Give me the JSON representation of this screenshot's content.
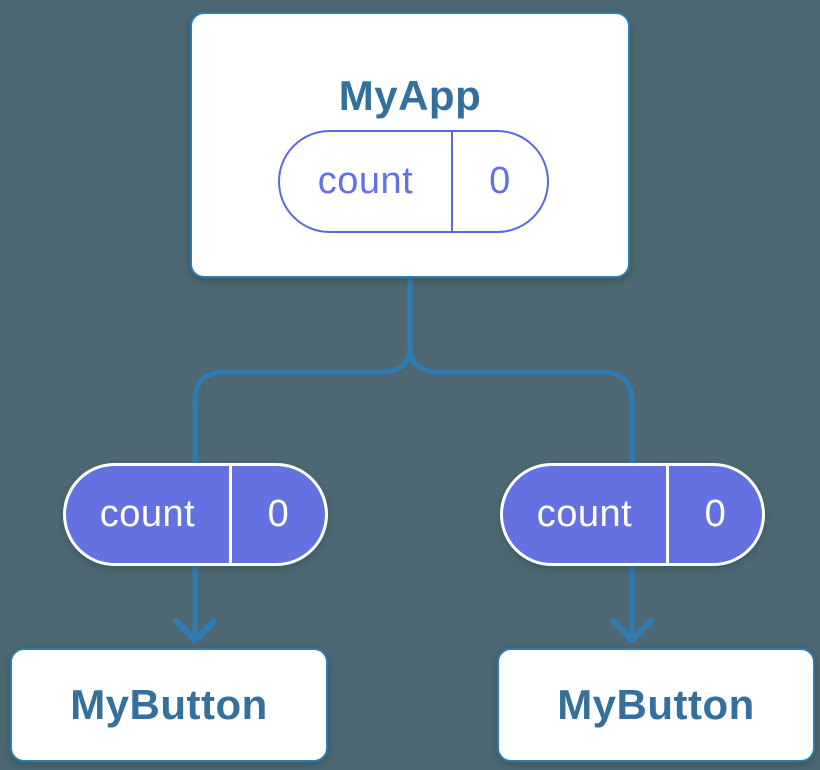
{
  "colors": {
    "background": "#4d6872",
    "connector": "#2e7cb2",
    "node_border": "#2e7cb2",
    "node_bg": "#ffffff",
    "node_title": "#35709d",
    "pill_purple": "#6571e1",
    "pill_outline": "#5c68dd",
    "pill_outline_text": "#6371e3",
    "pill_text_white": "#ffffff"
  },
  "icons": {
    "arrowhead": "chevron-down"
  },
  "root_node": {
    "title": "MyApp",
    "state": {
      "label": "count",
      "value": "0"
    }
  },
  "child_nodes": [
    {
      "title": "MyButton",
      "pill": {
        "label": "count",
        "value": "0"
      }
    },
    {
      "title": "MyButton",
      "pill": {
        "label": "count",
        "value": "0"
      }
    }
  ]
}
